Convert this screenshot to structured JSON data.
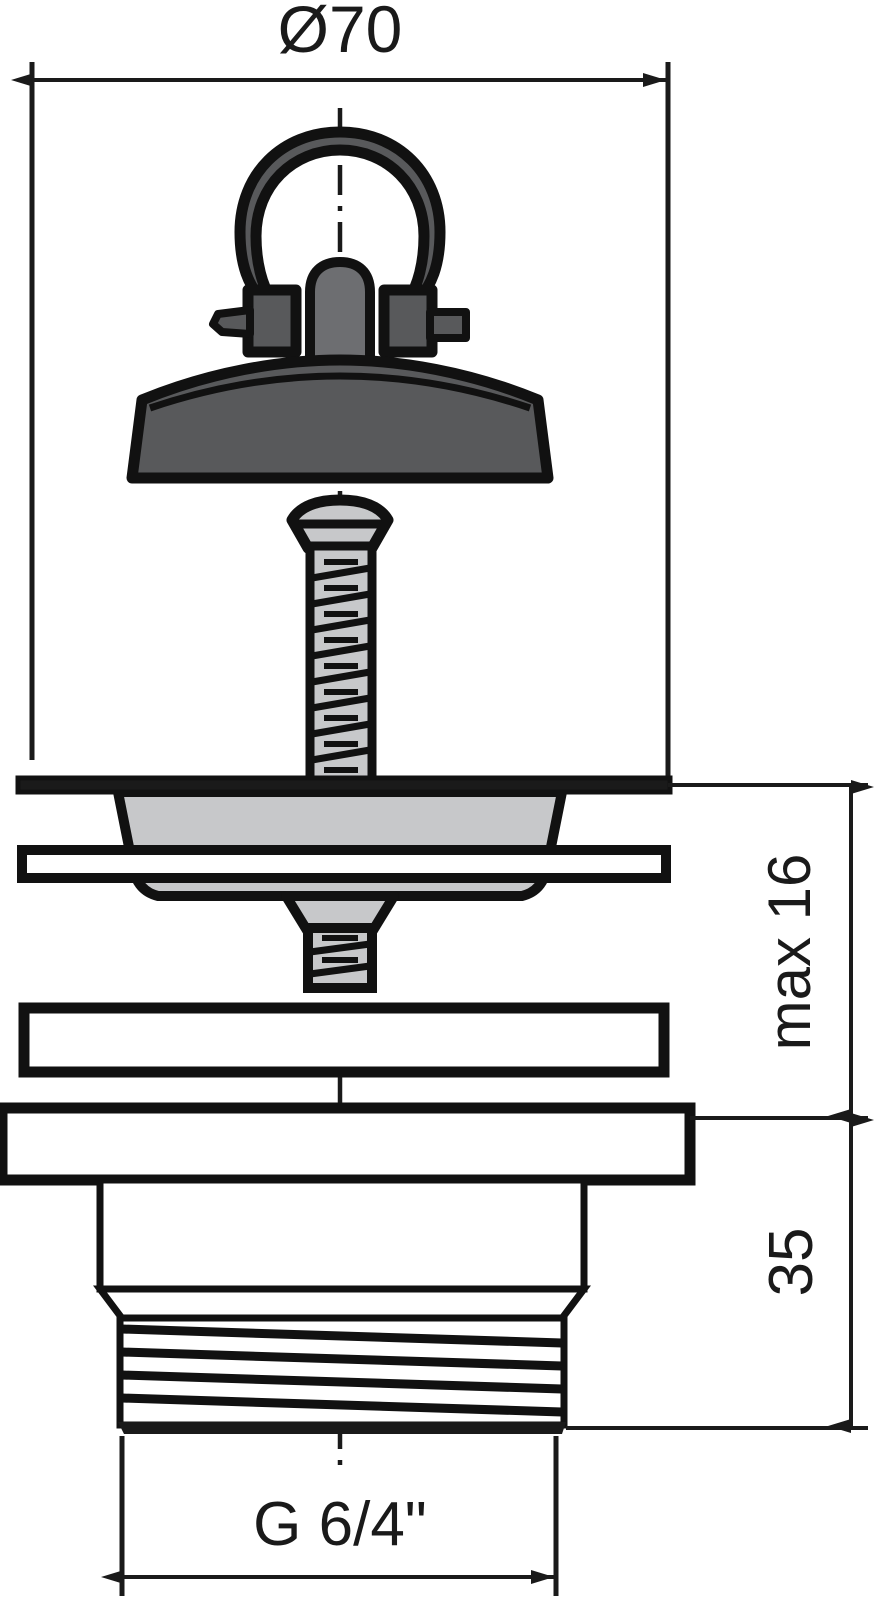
{
  "drawing": {
    "title": "Sink waste strainer technical drawing",
    "view": "front sectional elevation",
    "units": "mm",
    "background_color": "#ffffff",
    "line_color": "#1a1a1a",
    "fills": {
      "dark_gray": "#58595b",
      "mid_gray": "#6d6e71",
      "light_gray": "#c7c8ca",
      "white": "#ffffff"
    }
  },
  "dimensions": {
    "top_diameter": {
      "label": "Ø70",
      "value": 70,
      "symbol": "Ø",
      "orientation": "horizontal",
      "position": "top"
    },
    "upper_height": {
      "label": "max 16",
      "value": 16,
      "qualifier": "max",
      "orientation": "vertical-rotated",
      "position": "right-upper"
    },
    "lower_height": {
      "label": "35",
      "value": 35,
      "orientation": "vertical-rotated",
      "position": "right-lower"
    },
    "thread_size": {
      "label": "G 6/4\"",
      "value": "6/4",
      "standard": "G",
      "unit": "inch",
      "orientation": "horizontal",
      "position": "bottom"
    }
  },
  "parts": [
    {
      "name": "lifting-ring",
      "description": "Pull ring / shackle handle",
      "fill": "dark_gray"
    },
    {
      "name": "stopper-cap",
      "description": "Conical rubber stopper cap",
      "fill": "dark_gray"
    },
    {
      "name": "fixing-screw",
      "description": "Countersunk threaded screw",
      "fill": "light_gray"
    },
    {
      "name": "strainer-basket",
      "description": "Strainer basket body",
      "fill": "light_gray"
    },
    {
      "name": "sink-wall",
      "description": "Sink wall cross-section",
      "fill": "white"
    },
    {
      "name": "gasket",
      "description": "Sealing gasket / washer",
      "fill": "white"
    },
    {
      "name": "backnut-flange",
      "description": "Back nut flange",
      "fill": "white"
    },
    {
      "name": "threaded-body",
      "description": "G 6/4\" male threaded outlet body",
      "fill": "white"
    }
  ]
}
